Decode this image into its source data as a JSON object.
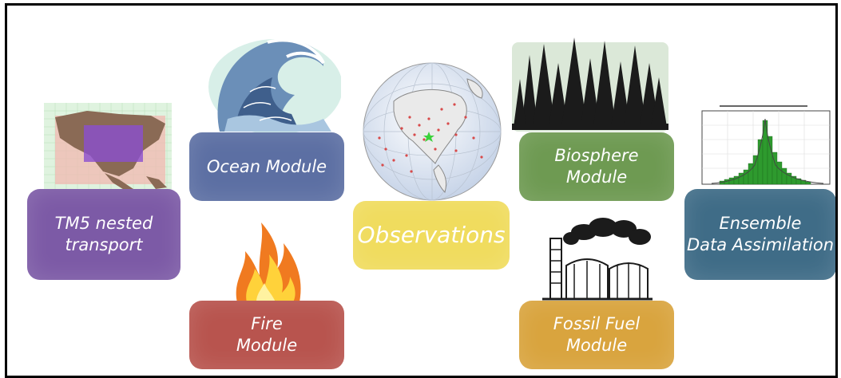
{
  "modules": {
    "tm5": {
      "line1": "TM5 nested",
      "line2": "transport"
    },
    "ocean": {
      "line1": "Ocean Module"
    },
    "fire": {
      "line1": "Fire",
      "line2": "Module"
    },
    "observations": {
      "line1": "Observations"
    },
    "biosphere": {
      "line1": "Biosphere",
      "line2": "Module"
    },
    "fossil": {
      "line1": "Fossil Fuel",
      "line2": "Module"
    },
    "ensemble": {
      "line1": "Ensemble",
      "line2": "Data Assimilation"
    }
  },
  "colors": {
    "tm5": "#7c5aa6",
    "ocean": "#5c6fa3",
    "fire": "#b8544e",
    "observations": "#f0dc5e",
    "biosphere": "#6e9a52",
    "fossil": "#d9a43e",
    "ensemble": "#3f6c87"
  },
  "icons": [
    "tm5-map-icon",
    "wave-icon",
    "fire-icon",
    "globe-icon",
    "forest-icon",
    "factory-icon",
    "histogram-icon"
  ]
}
